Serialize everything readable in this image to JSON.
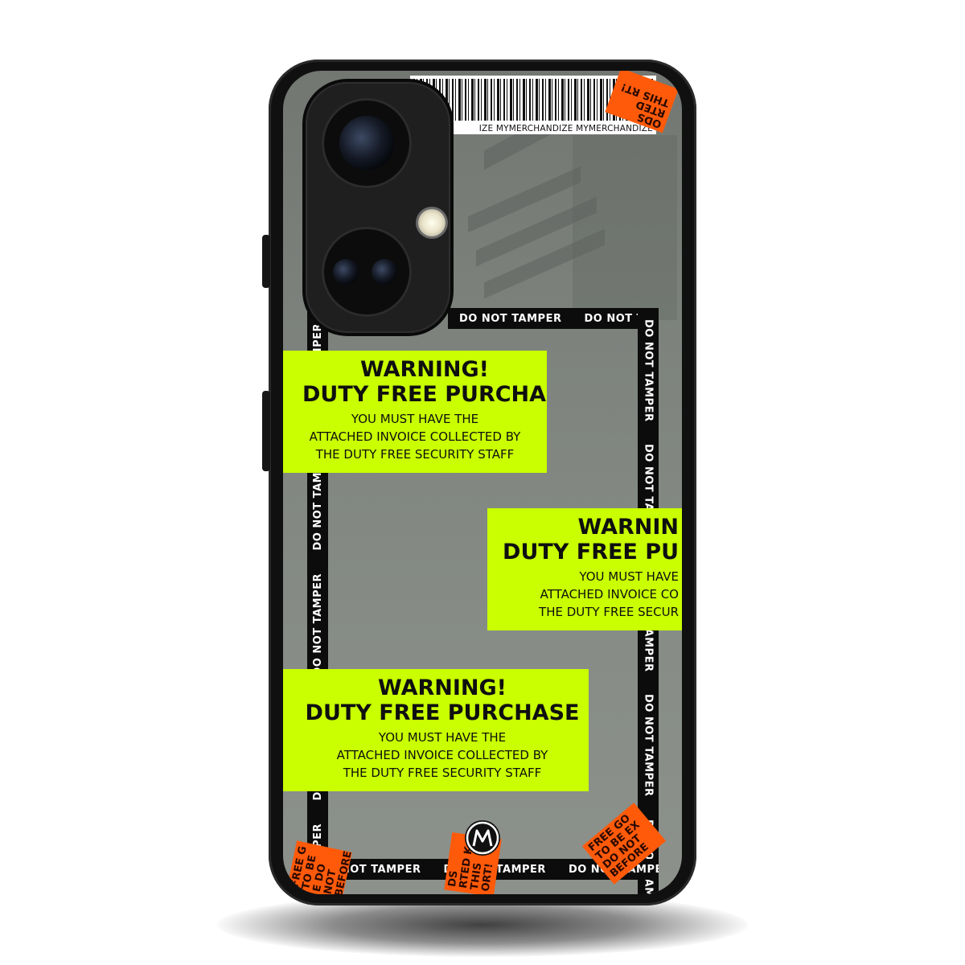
{
  "barcode_text": "IZE MYMERCHANDIZE MYMERCHANDIZE",
  "tape_text": "DO NOT TAMPER",
  "warning_labels": [
    {
      "line1": "WARNING!",
      "line2": "DUTY FREE PURCHASE",
      "body1": "YOU MUST HAVE THE",
      "body2": "ATTACHED INVOICE COLLECTED BY",
      "body3": "THE DUTY FREE SECURITY STAFF"
    },
    {
      "line1": "WARNIN",
      "line2": "DUTY FREE PU",
      "body1": "YOU MUST HAVE",
      "body2": "ATTACHED INVOICE CO",
      "body3": "THE DUTY FREE SECUR"
    },
    {
      "line1": "WARNING!",
      "line2": "DUTY FREE PURCHASE",
      "body1": "YOU MUST HAVE THE",
      "body2": "ATTACHED INVOICE COLLECTED BY",
      "body3": "THE DUTY FREE SECURITY STAFF"
    }
  ],
  "stickers": {
    "top_right": "ODS RTED THIS RT!",
    "bottom_left": "FREE G TO BE E DO NOT BEFORE",
    "bottom_center": "DS RTED K THIS ORT!",
    "bottom_right": "FREE GO TO BE EX DO NOT BEFORE"
  },
  "logo_icon": "m-monogram-icon",
  "colors": {
    "warning": "#c9ff00",
    "sticker": "#ff5a0a",
    "tape": "#0c0c0c",
    "case": "#878c86"
  }
}
